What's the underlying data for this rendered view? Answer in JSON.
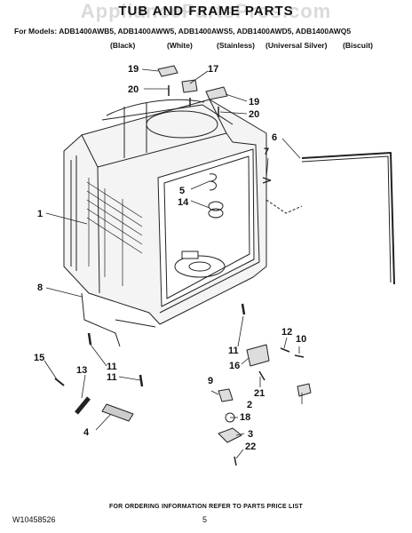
{
  "header": {
    "watermark": "AppliancePartsPros.com",
    "title": "TUB AND FRAME PARTS",
    "models_line": "For Models: ADB1400AWB5, ADB1400AWW5, ADB1400AWS5, ADB1400AWD5, ADB1400AWQ5",
    "colors": [
      "(Black)",
      "(White)",
      "(Stainless)",
      "(Universal Silver)",
      "(Biscuit)"
    ]
  },
  "callouts": [
    "1",
    "2",
    "3",
    "4",
    "5",
    "6",
    "7",
    "8",
    "9",
    "10",
    "11",
    "11",
    "11",
    "12",
    "13",
    "14",
    "15",
    "16",
    "17",
    "18",
    "19",
    "19",
    "20",
    "20",
    "21",
    "22"
  ],
  "footer": {
    "ordering_info": "FOR ORDERING INFORMATION REFER TO PARTS PRICE LIST",
    "doc_number": "W10458526",
    "page_number": "5"
  }
}
